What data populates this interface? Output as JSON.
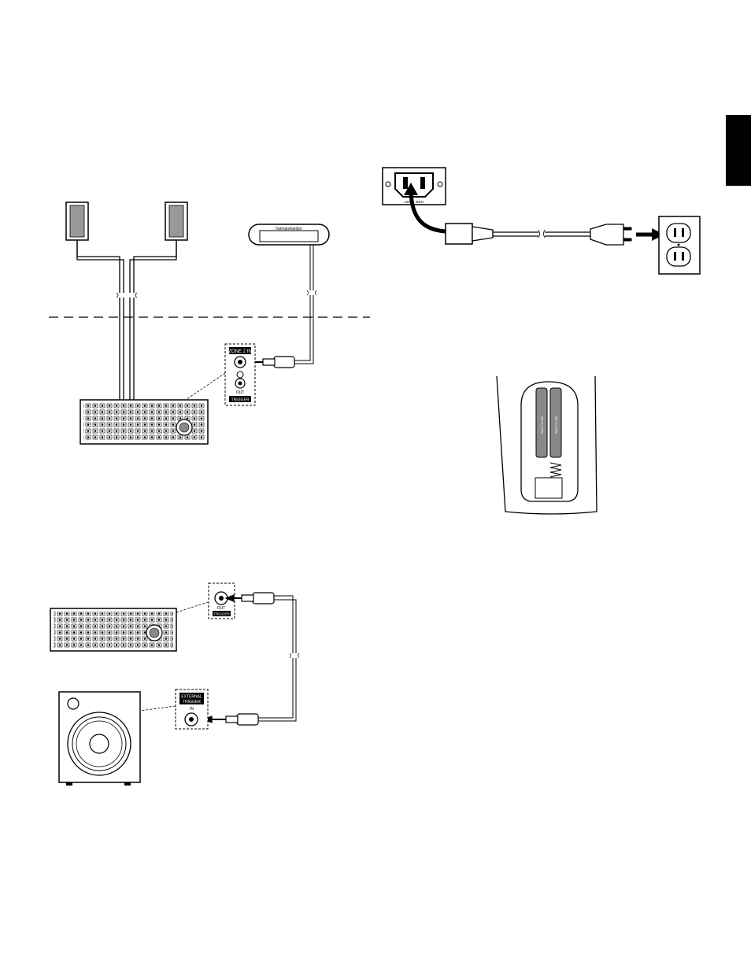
{
  "page": {
    "section_tab_color": "#000000"
  },
  "zone2": {
    "keypad_brand": "harman/kardon",
    "panel_title": "ZONE 2 IN",
    "panel_out": "OUT",
    "panel_footer": "TRIGGER"
  },
  "power": {
    "inlet_label": "120V~ 60Hz"
  },
  "subwoofer_trigger": {
    "receiver_panel_out": "OUT",
    "receiver_panel_footer": "TRIGGER",
    "sub_panel_title_line1": "EXTERNAL",
    "sub_panel_title_line2": "TRIGGER",
    "sub_panel_in": "IN"
  },
  "remote": {
    "battery_label": "AAA / 1.5V"
  }
}
